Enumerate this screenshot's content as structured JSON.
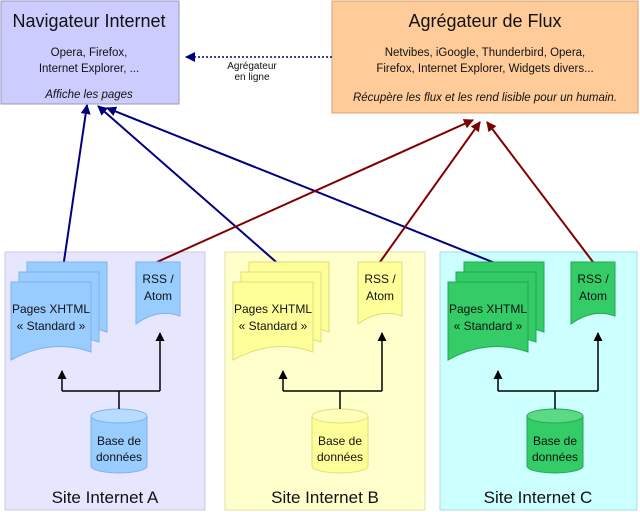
{
  "colors": {
    "browser_fill": "#ccccff",
    "browser_stroke": "#9999bb",
    "aggregator_fill": "#ffcc99",
    "aggregator_stroke": "#d9a070",
    "browser_arrow": "#000080",
    "feed_arrow": "#800000",
    "site_a_bg": "#e6e6ff",
    "site_a_doc": "#99ccff",
    "site_b_bg": "#ffffcc",
    "site_b_doc": "#ffff99",
    "site_c_bg": "#ccffff",
    "site_c_doc": "#33cc66"
  },
  "browser": {
    "title": "Navigateur Internet",
    "line1": "Opera, Firefox,",
    "line2": "Internet Explorer, ...",
    "caption": "Affiche les pages"
  },
  "aggregator": {
    "title": "Agrégateur de Flux",
    "line1": "Netvibes, iGoogle, Thunderbird, Opera,",
    "line2": "Firefox, Internet Explorer, Widgets divers...",
    "caption": "Récupère les flux et les rend lisible pour un humain."
  },
  "online_aggregator": {
    "line1": "Agrégateur",
    "line2": "en ligne"
  },
  "sites": [
    {
      "title": "Site Internet A",
      "pages_line1": "Pages XHTML",
      "pages_line2": "« Standard »",
      "rss_line1": "RSS /",
      "rss_line2": "Atom",
      "db_line1": "Base de",
      "db_line2": "données"
    },
    {
      "title": "Site Internet B",
      "pages_line1": "Pages XHTML",
      "pages_line2": "« Standard »",
      "rss_line1": "RSS /",
      "rss_line2": "Atom",
      "db_line1": "Base de",
      "db_line2": "données"
    },
    {
      "title": "Site Internet C",
      "pages_line1": "Pages XHTML",
      "pages_line2": "« Standard »",
      "rss_line1": "RSS /",
      "rss_line2": "Atom",
      "db_line1": "Base de",
      "db_line2": "données"
    }
  ]
}
